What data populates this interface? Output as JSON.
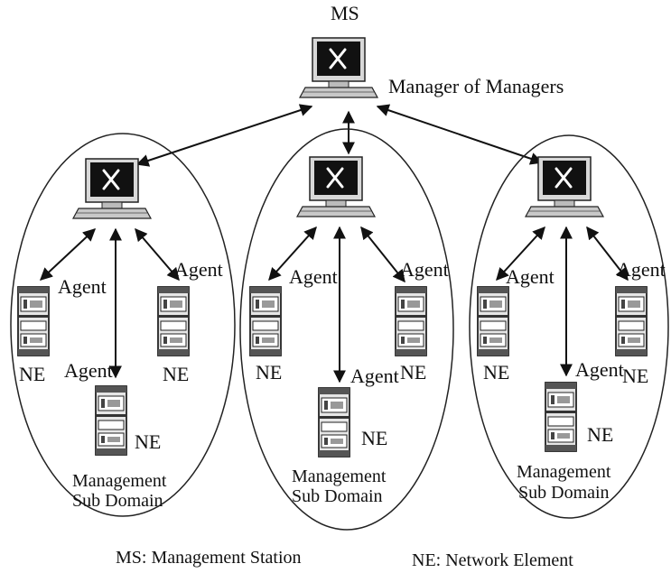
{
  "top": {
    "ms_label": "MS",
    "mom_label": "Manager of Managers"
  },
  "domains": [
    {
      "agent_left": "Agent",
      "agent_right": "Agent",
      "agent_bottom": "Agent",
      "ne_left": "NE",
      "ne_right": "NE",
      "ne_bottom": "NE",
      "title_line1": "Management",
      "title_line2": "Sub Domain"
    },
    {
      "agent_left": "Agent",
      "agent_right": "Agent",
      "agent_bottom": "Agent",
      "ne_left": "NE",
      "ne_right": "NE",
      "ne_bottom": "NE",
      "title_line1": "Management",
      "title_line2": "Sub Domain"
    },
    {
      "agent_left": "Agent",
      "agent_right": "Agent",
      "agent_bottom": "Agent",
      "ne_left": "NE",
      "ne_right": "NE",
      "ne_bottom": "NE",
      "title_line1": "Management",
      "title_line2": "Sub Domain"
    }
  ],
  "legend": {
    "ms": "MS: Management Station",
    "ne": "NE: Network Element"
  }
}
